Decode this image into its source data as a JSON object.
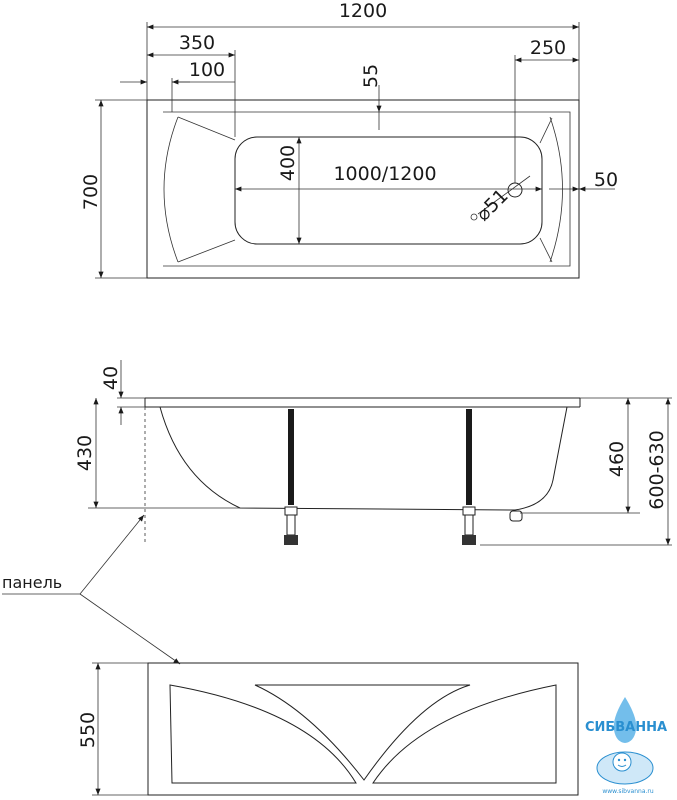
{
  "top_view": {
    "dims": {
      "total_length": "1200",
      "left_offset": "350",
      "left_rim": "100",
      "rim_top": "55",
      "right_offset": "250",
      "width": "700",
      "inner_width": "400",
      "inner_length": "1000/1200",
      "drain_diameter": "⌀51",
      "right_rim": "50"
    }
  },
  "side_view": {
    "dims": {
      "rim_height": "40",
      "depth": "430",
      "inner_depth": "460",
      "total_height": "600-630"
    }
  },
  "panel": {
    "label": "панель",
    "height": "550"
  },
  "logo": {
    "name": "СИБВАННА",
    "url": "www.sibvanna.ru"
  }
}
